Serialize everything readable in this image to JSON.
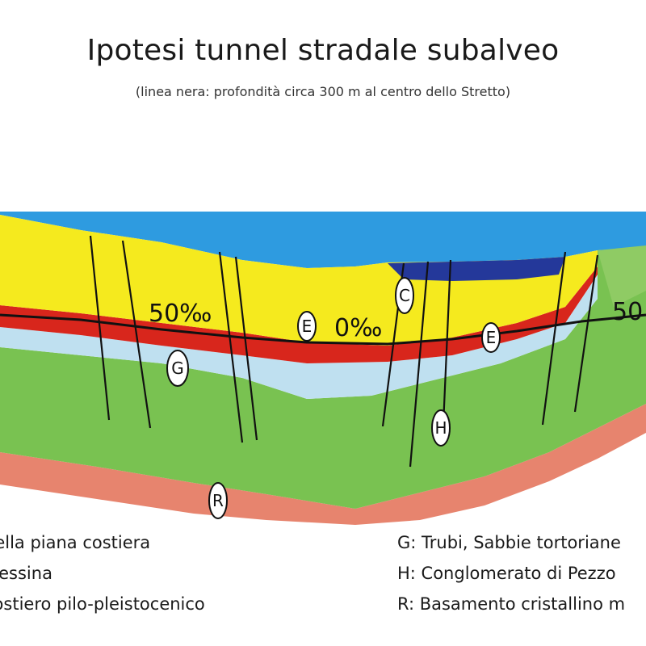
{
  "title": "Ipotesi tunnel stradale subalveo",
  "subtitle": "(linea nera: profondità circa 300 m al centro dello Stretto)",
  "gradients": {
    "left": "50‰",
    "center": "0‰",
    "right": "50"
  },
  "markers": [
    "C",
    "E",
    "E",
    "G",
    "H",
    "R"
  ],
  "legend_left": [
    "della piana costiera",
    "Messina",
    "costiero pilo-pleistocenico"
  ],
  "legend_right": [
    "G: Trubi, Sabbie tortoriane",
    "H: Conglomerato di Pezzo",
    "R: Basamento cristallino m"
  ],
  "colors": {
    "sea": "#2e9be0",
    "sand": "#f5ea1e",
    "red_layer": "#d8261c",
    "light_blue": "#bfe0f0",
    "green": "#79c251",
    "basement": "#e7846e",
    "tunnel": "#111111"
  }
}
